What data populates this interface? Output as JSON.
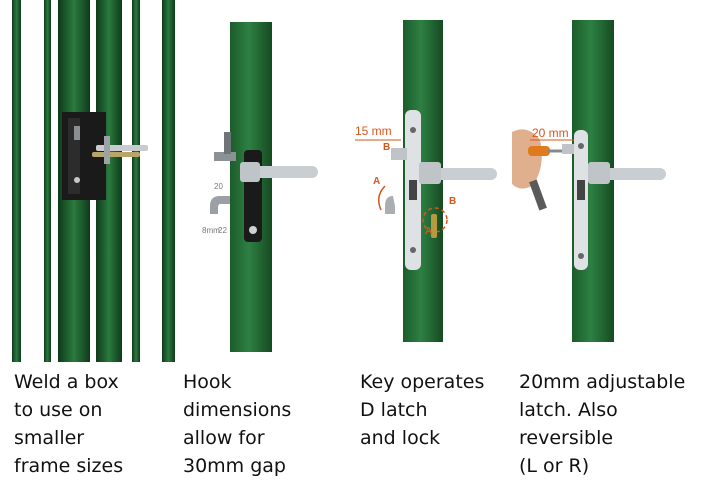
{
  "colors": {
    "post_green": "#1f6b33",
    "post_dark": "#123f1e",
    "handle_silver": "#c9ced3",
    "lock_black": "#1a1a1a",
    "annotation_orange": "#d9551a"
  },
  "panels": [
    {
      "caption": "Weld a box\nto use on\nsmaller\nframe sizes",
      "icon": "lock-box-weld-photo"
    },
    {
      "caption": "Hook\ndimensions\nallow for\n30mm gap",
      "icon": "hook-lock-post-photo",
      "annotations": [
        "20",
        "8mm",
        "22"
      ]
    },
    {
      "caption": "Key operates\nD latch\nand lock",
      "icon": "key-operated-lock-photo",
      "annotations": [
        "15 mm",
        "B",
        "A",
        "B",
        "A"
      ]
    },
    {
      "caption": "20mm adjustable\n latch. Also\nreversible\n (L or R)",
      "icon": "adjustable-latch-photo",
      "annotations": [
        "20 mm"
      ]
    }
  ]
}
